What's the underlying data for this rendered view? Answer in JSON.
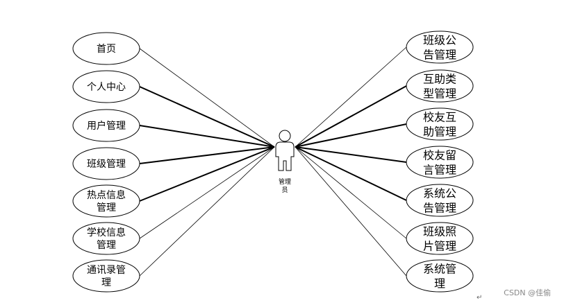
{
  "actor": {
    "label_lines": [
      "管理",
      "员"
    ]
  },
  "left_use_cases": [
    {
      "lines": [
        "首页"
      ]
    },
    {
      "lines": [
        "个人中心"
      ]
    },
    {
      "lines": [
        "用户管理"
      ]
    },
    {
      "lines": [
        "班级管理"
      ]
    },
    {
      "lines": [
        "热点信息",
        "管理"
      ]
    },
    {
      "lines": [
        "学校信息",
        "管理"
      ]
    },
    {
      "lines": [
        "通讯录管",
        "理"
      ]
    }
  ],
  "right_use_cases": [
    {
      "lines": [
        "班级公",
        "告管理"
      ]
    },
    {
      "lines": [
        "互助类",
        "型管理"
      ]
    },
    {
      "lines": [
        "校友互",
        "助管理"
      ]
    },
    {
      "lines": [
        "校友留",
        "言管理"
      ]
    },
    {
      "lines": [
        "系统公",
        "告管理"
      ]
    },
    {
      "lines": [
        "班级照",
        "片管理"
      ]
    },
    {
      "lines": [
        "系统管",
        "理"
      ]
    }
  ],
  "watermark": "CSDN @佳偷",
  "paragraph_mark": "↵"
}
